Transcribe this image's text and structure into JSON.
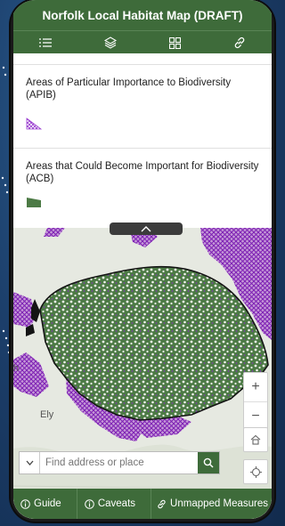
{
  "app": {
    "title": "Norfolk Local Habitat Map (DRAFT)"
  },
  "toolbar": {
    "items": [
      {
        "icon": "list-icon"
      },
      {
        "icon": "layers-icon"
      },
      {
        "icon": "grid-icon"
      },
      {
        "icon": "link-icon"
      }
    ]
  },
  "legend": {
    "apib": {
      "label": "Areas of Particular Importance to Biodiversity (APIB)",
      "swatch": "crosshatch-purple"
    },
    "acb": {
      "label": "Areas that Could Become Important for Biodiversity (ACB)",
      "swatch": "solid-green"
    }
  },
  "map": {
    "place_labels": {
      "ely": "Ely",
      "h": "h"
    },
    "search": {
      "placeholder": "Find address or place",
      "value": ""
    },
    "zoom_in": "+",
    "zoom_out": "−"
  },
  "bottom": {
    "guide": "Guide",
    "caveats": "Caveats",
    "unmapped": "Unmapped Measures"
  },
  "colors": {
    "header_green": "#3e6b3a",
    "apib_purple": "#8a2cc4",
    "acb_green": "#4c7a45"
  }
}
